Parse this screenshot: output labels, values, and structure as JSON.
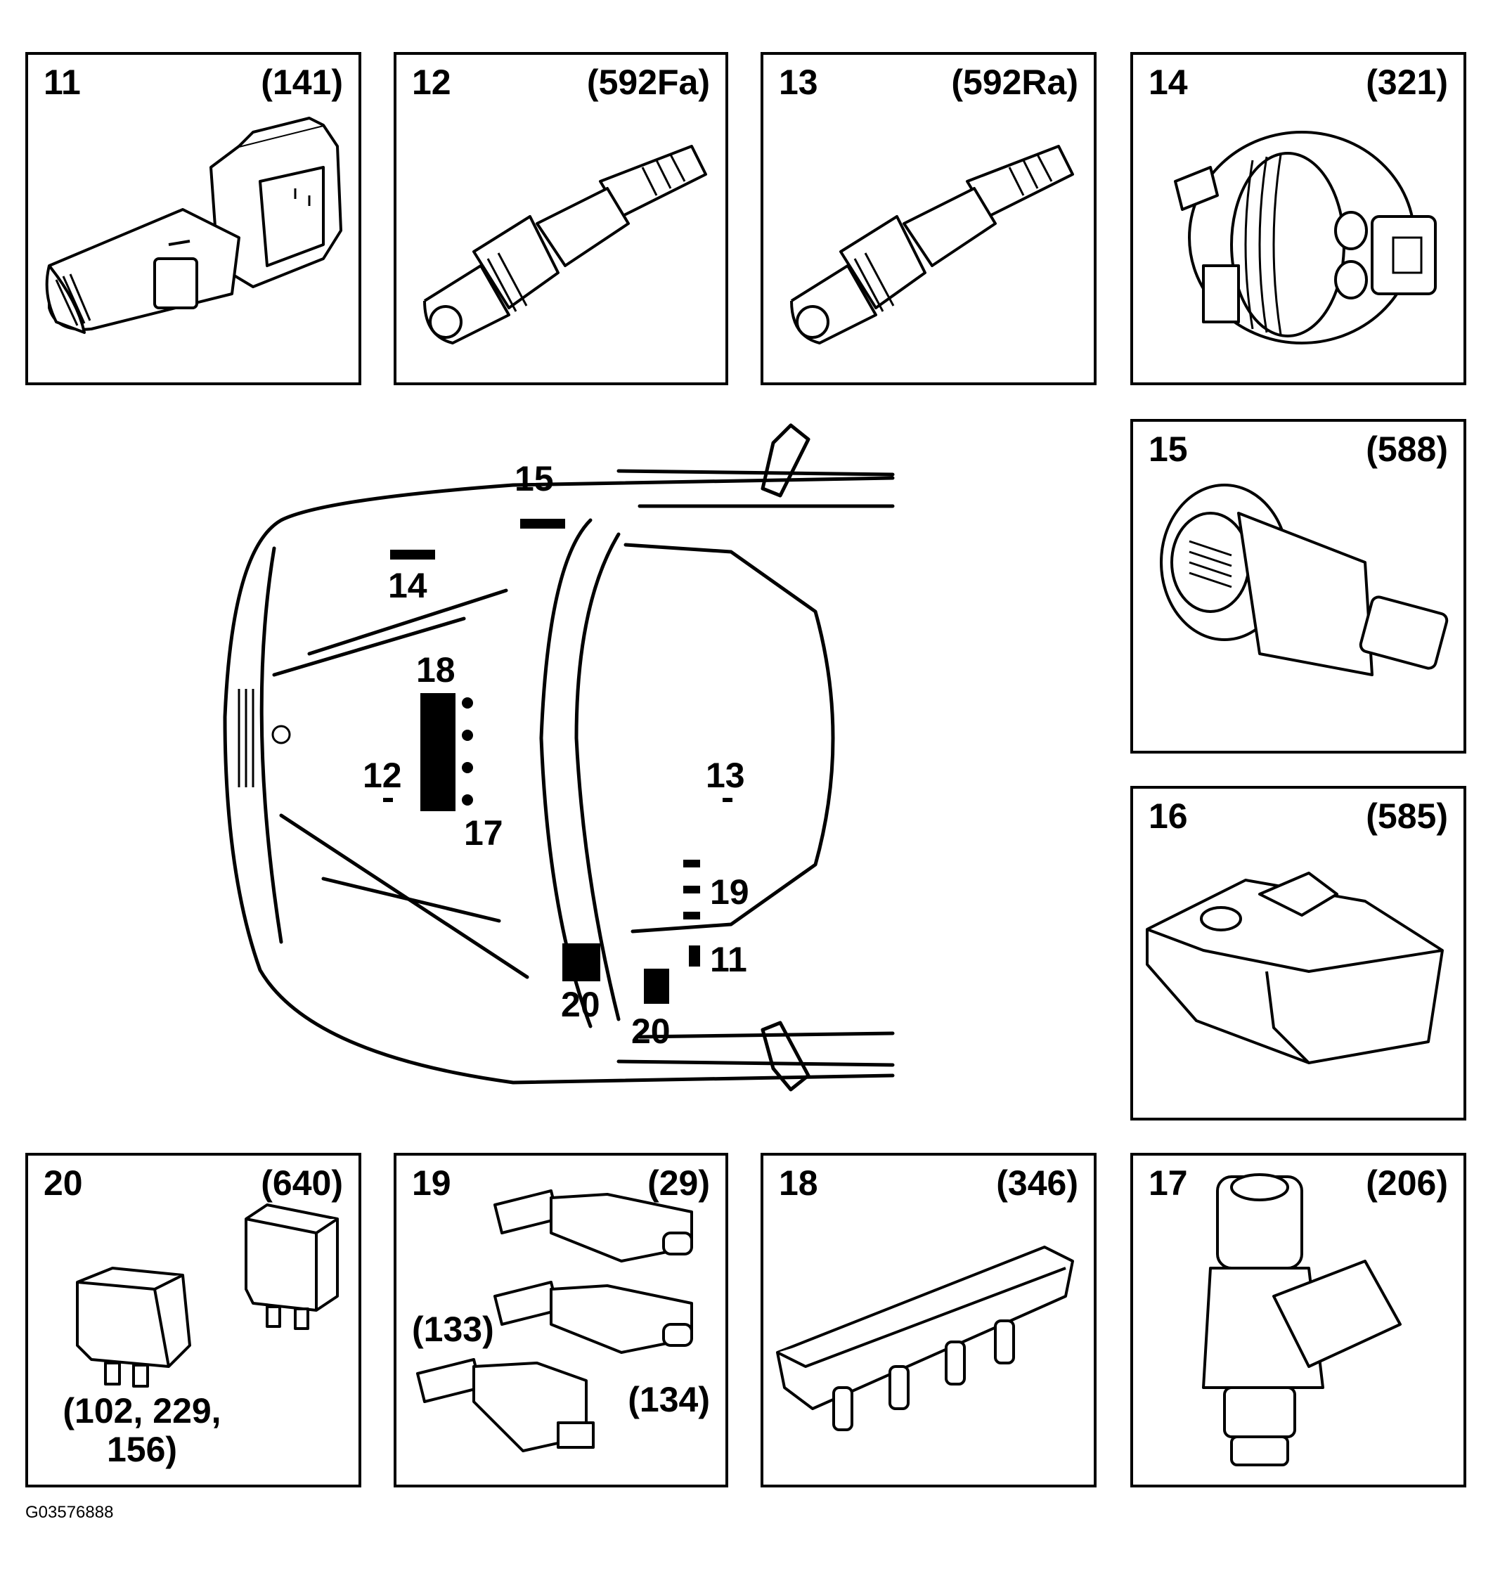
{
  "figure_id": "G03576888",
  "panels": [
    {
      "number": "11",
      "code": "(141)",
      "icon": "turn-signal-stalk-switch-icon"
    },
    {
      "number": "12",
      "code": "(592Fa)",
      "icon": "oxygen-sensor-front-icon"
    },
    {
      "number": "13",
      "code": "(592Ra)",
      "icon": "oxygen-sensor-rear-icon"
    },
    {
      "number": "14",
      "code": "(321)",
      "icon": "canister-purge-valve-icon"
    },
    {
      "number": "15",
      "code": "(588)",
      "icon": "idle-air-control-valve-icon"
    },
    {
      "number": "16",
      "code": "(585)",
      "icon": "pressure-sensor-icon"
    },
    {
      "number": "20",
      "code": "(640)",
      "extra": "(102, 229,\n156)",
      "icon": "relay-icon"
    },
    {
      "number": "19",
      "code": "(29)",
      "extra1": "(133)",
      "extra2": "(134)",
      "icon": "brake-light-switch-icon"
    },
    {
      "number": "18",
      "code": "(346)",
      "icon": "fuel-rail-injector-assembly-icon"
    },
    {
      "number": "17",
      "code": "(206)",
      "icon": "fuel-injector-icon"
    }
  ],
  "car_labels": {
    "l15": "15",
    "l14": "14",
    "l18": "18",
    "l12": "12",
    "l17": "17",
    "l13": "13",
    "l19": "19",
    "l11": "11",
    "l20a": "20",
    "l20b": "20"
  }
}
